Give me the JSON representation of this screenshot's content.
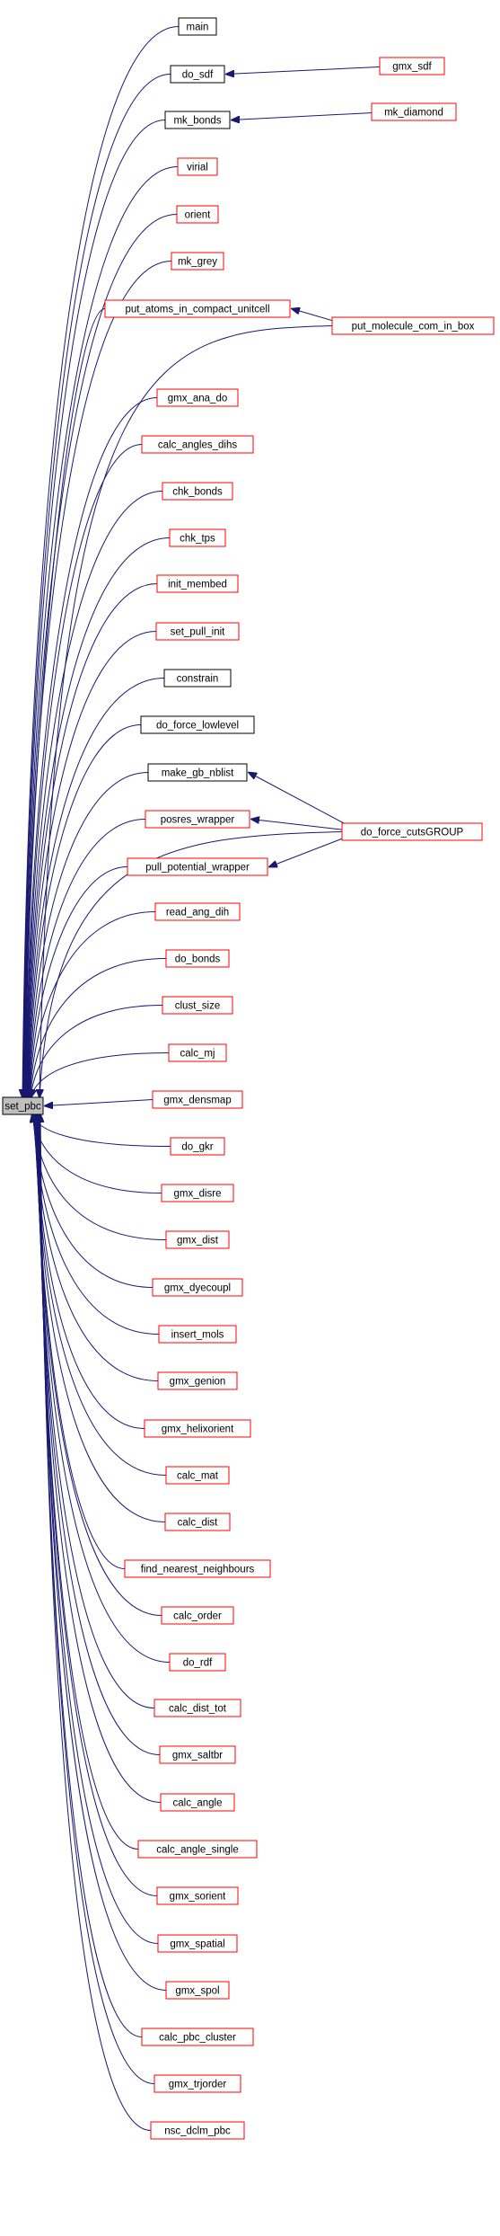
{
  "colors": {
    "edge": "#191970",
    "focus_fill": "#bfbfbf",
    "documented_border": "#000000",
    "undocumented_border": "#ff0000",
    "background": "#ffffff"
  },
  "focus_node": "set_pbc",
  "callers": [
    {
      "id": "main",
      "label": "main",
      "border": "black"
    },
    {
      "id": "do_sdf",
      "label": "do_sdf",
      "border": "black"
    },
    {
      "id": "mk_bonds",
      "label": "mk_bonds",
      "border": "black"
    },
    {
      "id": "virial",
      "label": "virial",
      "border": "red"
    },
    {
      "id": "orient",
      "label": "orient",
      "border": "red"
    },
    {
      "id": "mk_grey",
      "label": "mk_grey",
      "border": "red"
    },
    {
      "id": "put_atoms_in_compact_unitcell",
      "label": "put_atoms_in_compact_unitcell",
      "border": "red"
    },
    {
      "id": "gmx_ana_do",
      "label": "gmx_ana_do",
      "border": "red"
    },
    {
      "id": "calc_angles_dihs",
      "label": "calc_angles_dihs",
      "border": "red"
    },
    {
      "id": "chk_bonds",
      "label": "chk_bonds",
      "border": "red"
    },
    {
      "id": "chk_tps",
      "label": "chk_tps",
      "border": "red"
    },
    {
      "id": "init_membed",
      "label": "init_membed",
      "border": "red"
    },
    {
      "id": "set_pull_init",
      "label": "set_pull_init",
      "border": "red"
    },
    {
      "id": "constrain",
      "label": "constrain",
      "border": "black"
    },
    {
      "id": "do_force_lowlevel",
      "label": "do_force_lowlevel",
      "border": "black"
    },
    {
      "id": "make_gb_nblist",
      "label": "make_gb_nblist",
      "border": "black"
    },
    {
      "id": "posres_wrapper",
      "label": "posres_wrapper",
      "border": "red"
    },
    {
      "id": "pull_potential_wrapper",
      "label": "pull_potential_wrapper",
      "border": "red"
    },
    {
      "id": "read_ang_dih",
      "label": "read_ang_dih",
      "border": "red"
    },
    {
      "id": "do_bonds",
      "label": "do_bonds",
      "border": "red"
    },
    {
      "id": "clust_size",
      "label": "clust_size",
      "border": "red"
    },
    {
      "id": "calc_mj",
      "label": "calc_mj",
      "border": "red"
    },
    {
      "id": "gmx_densmap",
      "label": "gmx_densmap",
      "border": "red"
    },
    {
      "id": "do_gkr",
      "label": "do_gkr",
      "border": "red"
    },
    {
      "id": "gmx_disre",
      "label": "gmx_disre",
      "border": "red"
    },
    {
      "id": "gmx_dist",
      "label": "gmx_dist",
      "border": "red"
    },
    {
      "id": "gmx_dyecoupl",
      "label": "gmx_dyecoupl",
      "border": "red"
    },
    {
      "id": "insert_mols",
      "label": "insert_mols",
      "border": "red"
    },
    {
      "id": "gmx_genion",
      "label": "gmx_genion",
      "border": "red"
    },
    {
      "id": "gmx_helixorient",
      "label": "gmx_helixorient",
      "border": "red"
    },
    {
      "id": "calc_mat",
      "label": "calc_mat",
      "border": "red"
    },
    {
      "id": "calc_dist",
      "label": "calc_dist",
      "border": "red"
    },
    {
      "id": "find_nearest_neighbours",
      "label": "find_nearest_neighbours",
      "border": "red"
    },
    {
      "id": "calc_order",
      "label": "calc_order",
      "border": "red"
    },
    {
      "id": "do_rdf",
      "label": "do_rdf",
      "border": "red"
    },
    {
      "id": "calc_dist_tot",
      "label": "calc_dist_tot",
      "border": "red"
    },
    {
      "id": "gmx_saltbr",
      "label": "gmx_saltbr",
      "border": "red"
    },
    {
      "id": "calc_angle",
      "label": "calc_angle",
      "border": "red"
    },
    {
      "id": "calc_angle_single",
      "label": "calc_angle_single",
      "border": "red"
    },
    {
      "id": "gmx_sorient",
      "label": "gmx_sorient",
      "border": "red"
    },
    {
      "id": "gmx_spatial",
      "label": "gmx_spatial",
      "border": "red"
    },
    {
      "id": "gmx_spol",
      "label": "gmx_spol",
      "border": "red"
    },
    {
      "id": "calc_pbc_cluster",
      "label": "calc_pbc_cluster",
      "border": "red"
    },
    {
      "id": "gmx_trjorder",
      "label": "gmx_trjorder",
      "border": "red"
    },
    {
      "id": "nsc_dclm_pbc",
      "label": "nsc_dclm_pbc",
      "border": "red"
    }
  ],
  "outer_callers": [
    {
      "id": "gmx_sdf",
      "label": "gmx_sdf",
      "border": "red",
      "calls": [
        "do_sdf"
      ]
    },
    {
      "id": "mk_diamond",
      "label": "mk_diamond",
      "border": "red",
      "calls": [
        "mk_bonds"
      ]
    },
    {
      "id": "put_molecule_com_in_box",
      "label": "put_molecule_com_in_box",
      "border": "red",
      "calls": [
        "put_atoms_in_compact_unitcell",
        "set_pbc"
      ]
    },
    {
      "id": "do_force_cutsGROUP",
      "label": "do_force_cutsGROUP",
      "border": "red",
      "calls": [
        "make_gb_nblist",
        "set_pbc",
        "posres_wrapper",
        "pull_potential_wrapper"
      ]
    }
  ]
}
